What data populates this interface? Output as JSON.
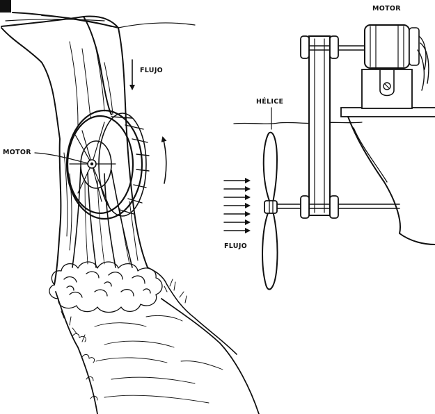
{
  "left_figure": {
    "flow_label": "FLUJO",
    "motor_label": "MOTOR"
  },
  "right_figure": {
    "motor_label": "MOTOR",
    "propeller_label": "HÉLICE",
    "flow_label": "FLUJO"
  }
}
